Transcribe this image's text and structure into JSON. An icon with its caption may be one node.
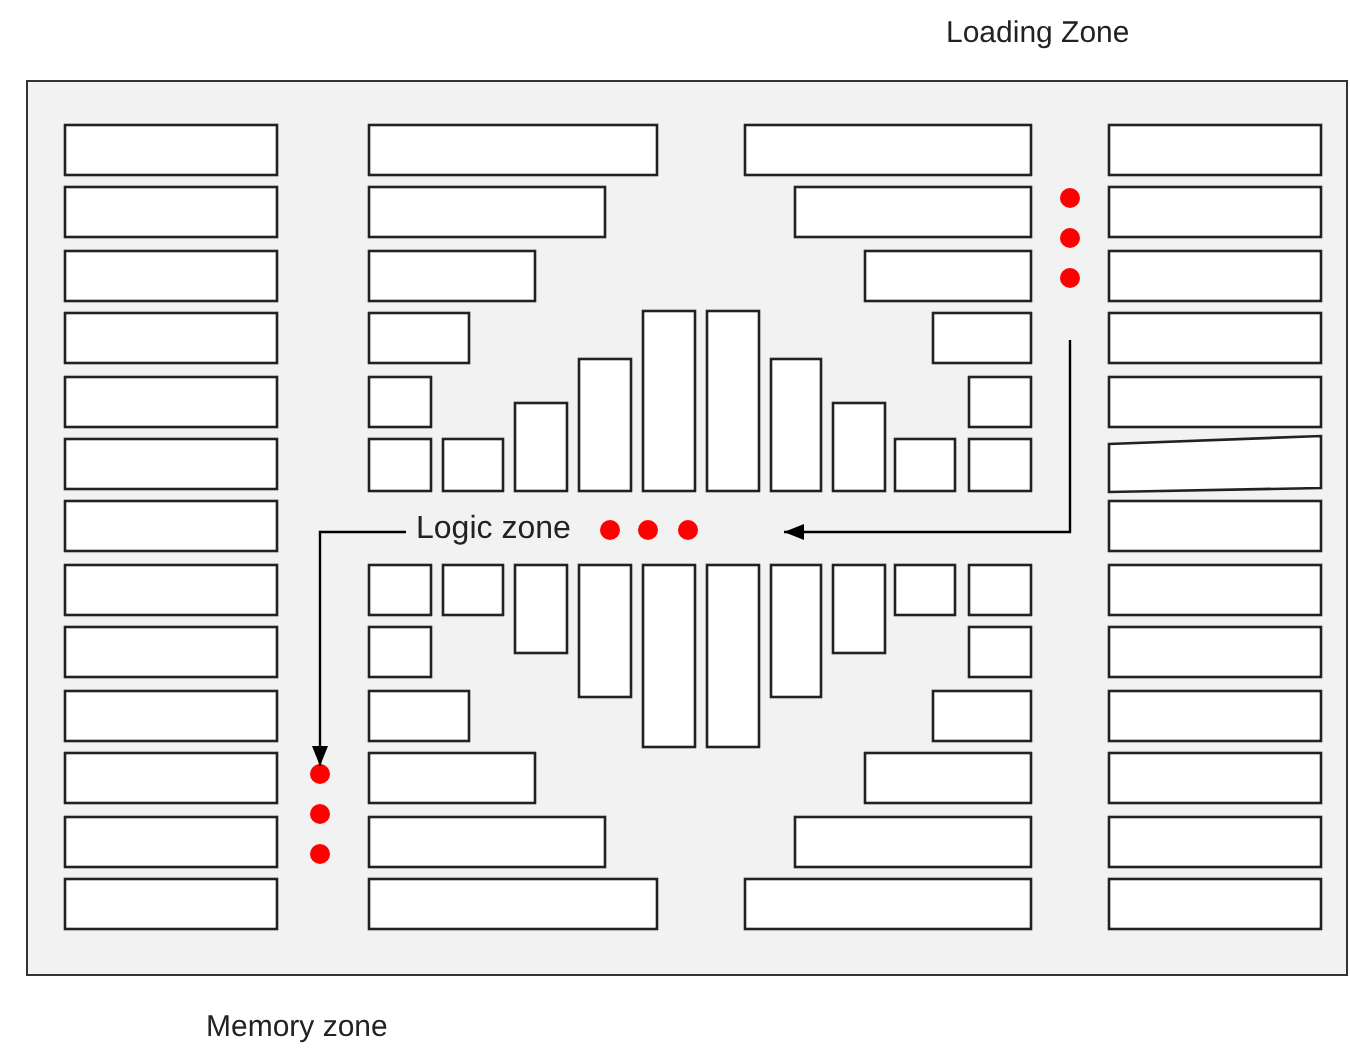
{
  "diagram": {
    "nodes": [
      {
        "text": [],
        "shape": "box"
      },
      {
        "text": [
          "Logic zone"
        ],
        "in": 0
      }
    ],
    "edges": [
      {
        "from": null,
        "to": 1,
        "arrow": "to"
      },
      {
        "from": 1,
        "to": null,
        "arrow": "to"
      }
    ],
    "labels": [
      "Loading Zone",
      "Memory zone"
    ]
  }
}
